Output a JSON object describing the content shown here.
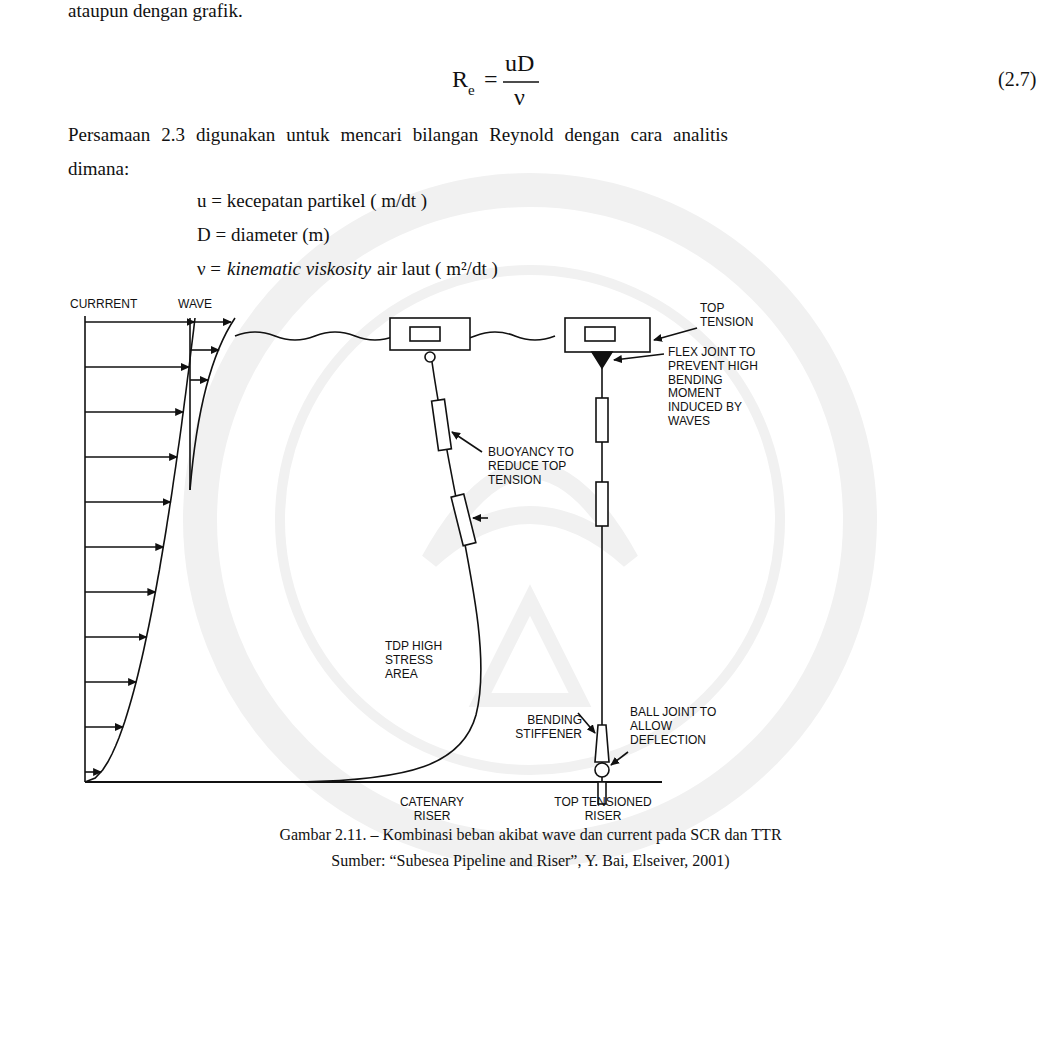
{
  "diagram": {
    "caption": "Gambar 2.11. – Kombinasi beban akibat wave dan current pada SCR dan TTR",
    "labels": [
      "ataupun dengan grafik.",
      "R",
      "e",
      "=",
      "uD",
      "ν",
      "(2.7)",
      "Persamaan 2.3 digunakan untuk mencari bilangan Reynold dengan cara analitis dimana:",
      "u = kecepatan partikel ( m/dt )",
      "D = diameter (m)",
      "ν =",
      "kinematic viskosity",
      "air laut ( m²/dt )",
      "CURRRENT",
      "WAVE",
      "TOP TENSION",
      "FLEX JOINT TO PREVENT HIGH BENDING MOMENT INDUCED BY WAVES",
      "BUOYANCY TO REDUCE TOP TENSION",
      "TDP HIGH STRESS AREA",
      "BENDING STIFFENER",
      "BALL JOINT TO ALLOW DEFLECTION",
      "CATENARY RISER",
      "TOP TENSIONED RISER",
      "Sumber: “Subesea Pipeline and Riser”, Y. Bai, Elseiver, 2001)"
    ]
  }
}
